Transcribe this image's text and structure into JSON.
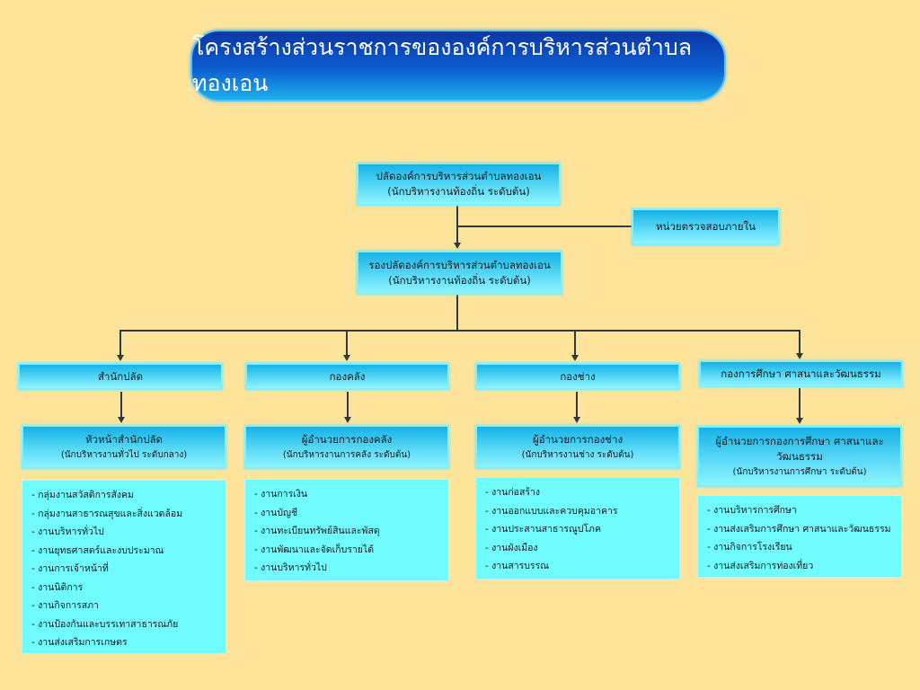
{
  "title": "โครงสร้างส่วนราชการขององค์การบริหารส่วนตำบลทองเอน",
  "chief": {
    "name": "ปลัดองค์การบริหารส่วนตำบลทองเอน",
    "rank": "(นักบริหารงานท้องถิ่น  ระดับต้น)"
  },
  "audit": {
    "name": "หน่วยตรวจสอบภายใน"
  },
  "deputy": {
    "name": "รองปลัดองค์การบริหารส่วนตำบลทองเอน",
    "rank": "(นักบริหารงานท้องถิ่น  ระดับต้น)"
  },
  "departments": [
    {
      "name": "สำนักปลัด",
      "head": "หัวหน้าสำนักปลัด",
      "head_rank": "(นักบริหารงานทั่วไป  ระดับกลาง)",
      "units": [
        "- กลุ่มงานสวัสดิการสังคม",
        "- กลุ่มงานสาธารณสุขและสิ่งแวดล้อม",
        "- งานบริหารทั่วไป",
        "- งานยุทธศาสตร์และงบประมาณ",
        "- งานการเจ้าหน้าที่",
        "- งานนิติการ",
        "- งานกิจการสภา",
        "- งานป้องกันและบรรเทาสาธารณภัย",
        "- งานส่งเสริมการเกษตร"
      ]
    },
    {
      "name": "กองคลัง",
      "head": "ผู้อำนวยการกองคลัง",
      "head_rank": "(นักบริหารงานการคลัง ระดับต้น)",
      "units": [
        "- งานการเงิน",
        "- งานบัญชี",
        "- งานทะเบียนทรัพย์สินและพัสดุ",
        "- งานพัฒนาและจัดเก็บรายได้",
        "- งานบริหารทั่วไป"
      ]
    },
    {
      "name": "กองช่าง",
      "head": "ผู้อำนวยการกองช่าง",
      "head_rank": "(นักบริหารงานช่าง ระดับต้น)",
      "units": [
        "- งานก่อสร้าง",
        "- งานออกแบบและควบคุมอาคาร",
        "- งานประสานสาธารณูปโภค",
        "- งานผังเมือง",
        "- งานสารบรรณ"
      ]
    },
    {
      "name": "กองการศึกษา  ศาสนาและวัฒนธรรม",
      "head": "ผู้อำนวยการกองการศึกษา  ศาสนาและ",
      "head2": "วัฒนธรรม",
      "head_rank": "(นักบริหารงานการศึกษา  ระดับต้น)",
      "units": [
        "- งานบริหารการศึกษา",
        "- งานส่งเสริมการศึกษา ศาสนาและวัฒนธรรม",
        "- งานกิจการโรงเรียน",
        "- งานส่งเสริมการท่องเที่ยว"
      ]
    }
  ]
}
